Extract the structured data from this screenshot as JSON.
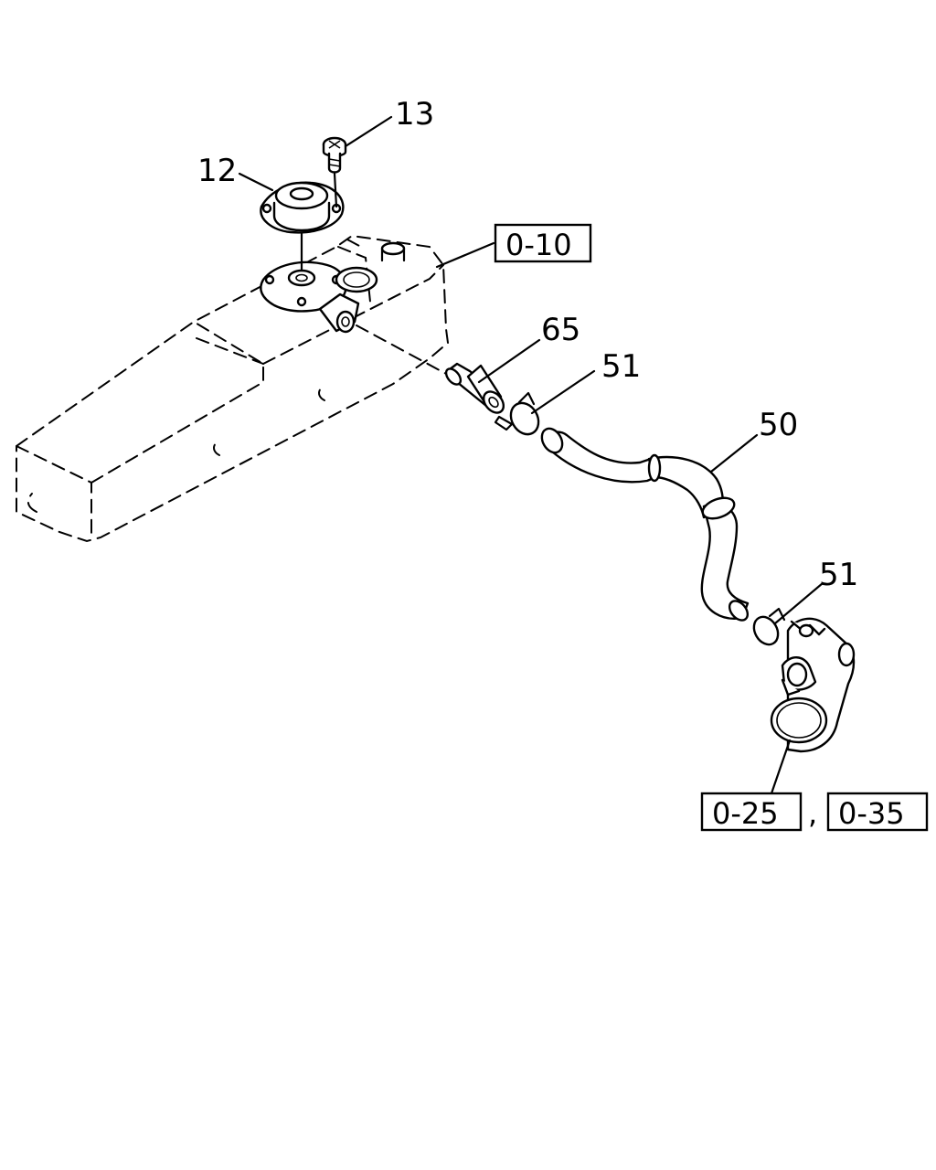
{
  "callouts": {
    "p13": "13",
    "p12": "12",
    "p65": "65",
    "p51_upper": "51",
    "p50": "50",
    "p51_lower": "51"
  },
  "references": {
    "ref_0_10": "0-10",
    "ref_0_25": "0-25",
    "separator": ",",
    "ref_0_35": "0-35"
  }
}
